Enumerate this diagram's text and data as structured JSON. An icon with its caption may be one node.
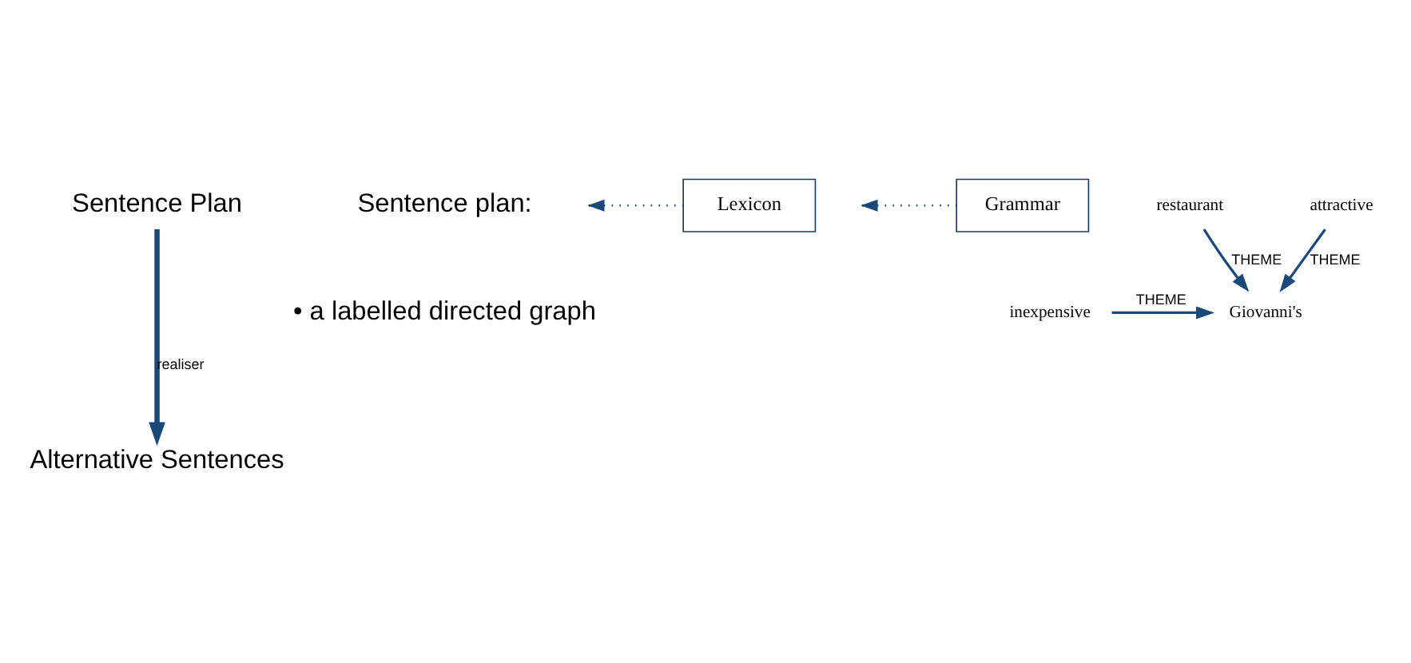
{
  "diagram": {
    "nodes": [
      {
        "text": [
          "Sentence Plan"
        ]
      },
      {
        "text": [
          "Alternative Sentences"
        ]
      },
      {
        "text": [
          "Lexicon"
        ]
      },
      {
        "text": [
          "Grammar"
        ]
      },
      {
        "text": [
          "restaurant"
        ]
      },
      {
        "text": [
          "Giovanni's"
        ]
      },
      {
        "text": [
          "inexpensive"
        ]
      },
      {
        "text": [
          "attractive"
        ]
      }
    ],
    "edges": [
      {
        "from": 0,
        "to": 1,
        "arrow": "to",
        "label": "realiser",
        "style": "thick"
      },
      {
        "from": 2,
        "to": null,
        "arrow": "to",
        "style": "dashed"
      },
      {
        "from": 3,
        "to": null,
        "arrow": "to",
        "style": "dashed"
      },
      {
        "from": 4,
        "to": 5,
        "arrow": "to",
        "label": "THEME"
      },
      {
        "from": 6,
        "to": 5,
        "arrow": "to",
        "label": "THEME"
      },
      {
        "from": 7,
        "to": 5,
        "arrow": "to",
        "label": "THEME"
      }
    ],
    "labels": [
      "Sentence plan:",
      "• a labelled directed graph"
    ]
  }
}
